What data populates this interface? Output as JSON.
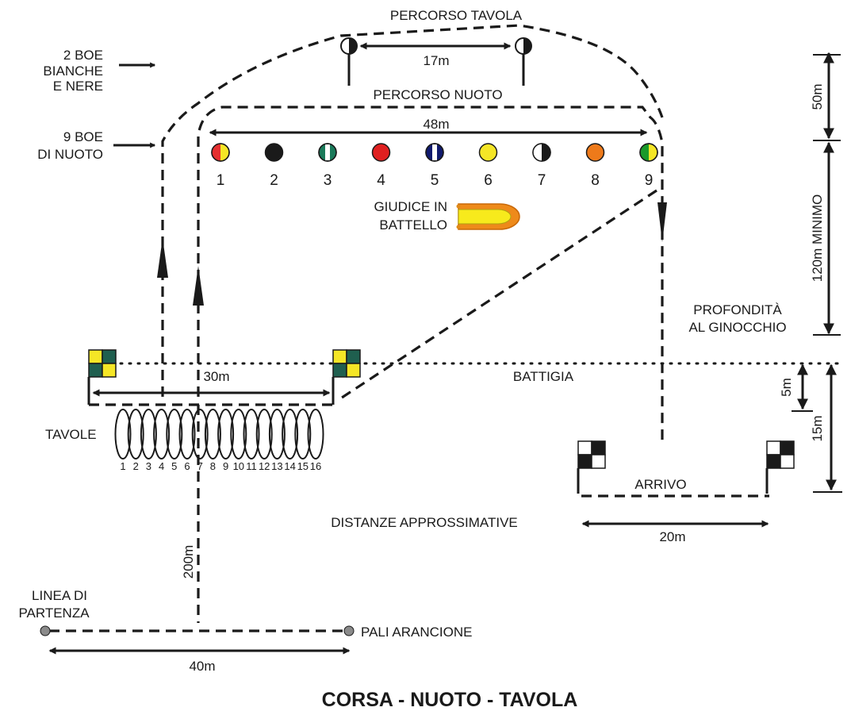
{
  "title": "CORSA - NUOTO - TAVOLA",
  "labels": {
    "percorso_tavola": "PERCORSO TAVOLA",
    "percorso_nuoto": "PERCORSO NUOTO",
    "boe_bianche_1": "2 BOE",
    "boe_bianche_2": "BIANCHE",
    "boe_bianche_3": "E NERE",
    "boe_nuoto_1": "9 BOE",
    "boe_nuoto_2": "DI NUOTO",
    "giudice_1": "GIUDICE IN",
    "giudice_2": "BATTELLO",
    "profondita_1": "PROFONDITÀ",
    "profondita_2": "AL GINOCCHIO",
    "battigia": "BATTIGIA",
    "tavole": "TAVOLE",
    "arrivo": "ARRIVO",
    "distanze": "DISTANZE APPROSSIMATIVE",
    "linea_1": "LINEA DI",
    "linea_2": "PARTENZA",
    "pali": "PALI ARANCIONE"
  },
  "measures": {
    "d17": "17m",
    "d48": "48m",
    "d30": "30m",
    "d20": "20m",
    "d40": "40m",
    "d200": "200m",
    "d50": "50m",
    "d120": "120m MINIMO",
    "d5": "5m",
    "d15": "15m"
  },
  "buoys": [
    {
      "n": "1",
      "style": "half",
      "colors": [
        "#e53030",
        "#f5e626"
      ]
    },
    {
      "n": "2",
      "style": "solid",
      "colors": [
        "#1a1a1a"
      ]
    },
    {
      "n": "3",
      "style": "stripe",
      "colors": [
        "#1a7a5a",
        "#ffffff"
      ]
    },
    {
      "n": "4",
      "style": "solid",
      "colors": [
        "#e02020"
      ]
    },
    {
      "n": "5",
      "style": "stripe",
      "colors": [
        "#101a6e",
        "#ffffff"
      ]
    },
    {
      "n": "6",
      "style": "solid",
      "colors": [
        "#f5e626"
      ]
    },
    {
      "n": "7",
      "style": "half",
      "colors": [
        "#ffffff",
        "#1a1a1a"
      ]
    },
    {
      "n": "8",
      "style": "solid",
      "colors": [
        "#ee7a1a"
      ]
    },
    {
      "n": "9",
      "style": "half",
      "colors": [
        "#1a9a2a",
        "#f5e626"
      ]
    }
  ],
  "boards": [
    "1",
    "2",
    "3",
    "4",
    "5",
    "6",
    "7",
    "8",
    "9",
    "10",
    "11",
    "12",
    "13",
    "14",
    "15",
    "16"
  ],
  "colors": {
    "flag_yellow": "#f5e626",
    "flag_green": "#1f5f4f",
    "boat_orange": "#ee8a1a",
    "boat_yellow": "#f7ea1c",
    "pole_grey": "#8a8a8a"
  }
}
